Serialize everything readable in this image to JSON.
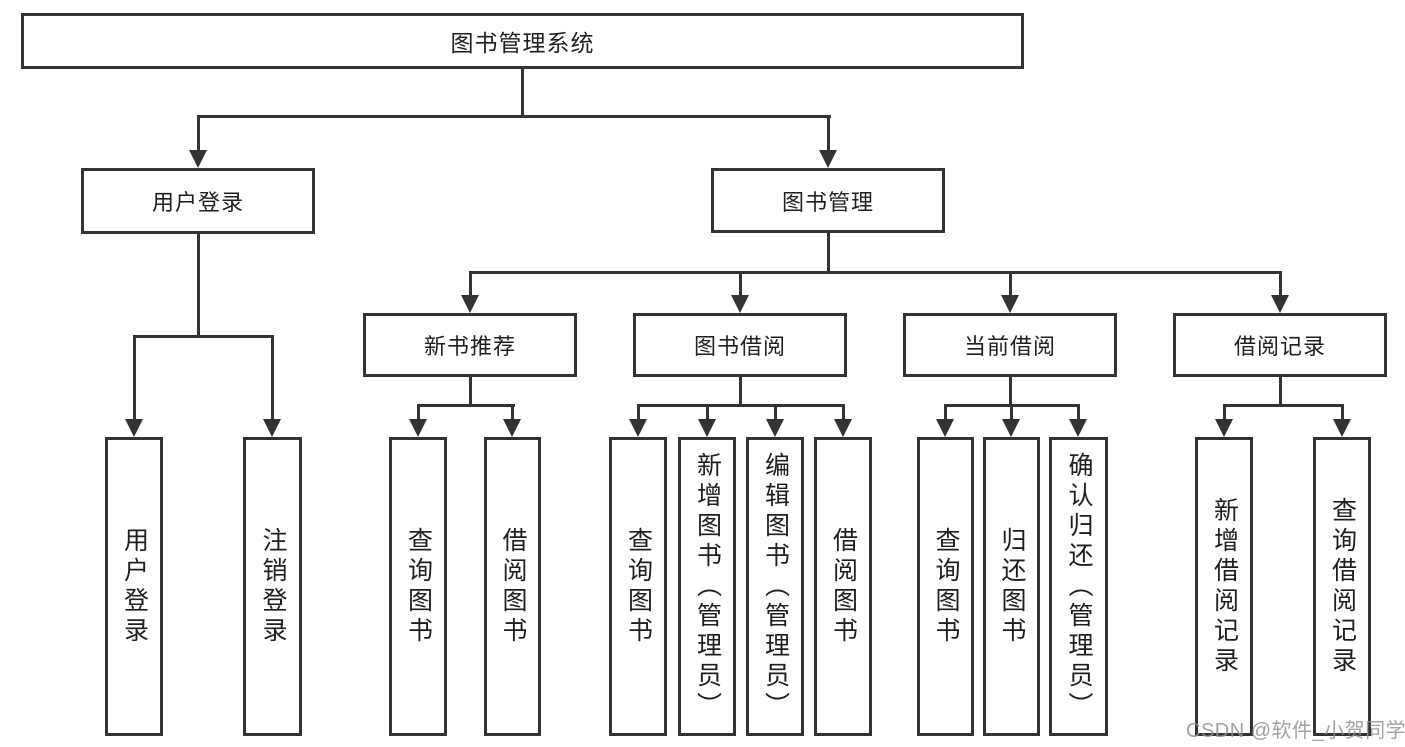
{
  "tree": {
    "root": {
      "label": "图书管理系统"
    },
    "branches": [
      {
        "label": "用户登录",
        "children": [
          "用户登录",
          "注销登录"
        ]
      },
      {
        "label": "图书管理",
        "sections": [
          {
            "label": "新书推荐",
            "children": [
              "查询图书",
              "借阅图书"
            ]
          },
          {
            "label": "图书借阅",
            "children": [
              "查询图书",
              "新增图书（管理员）",
              "编辑图书（管理员）",
              "借阅图书"
            ]
          },
          {
            "label": "当前借阅",
            "children": [
              "查询图书",
              "归还图书",
              "确认归还（管理员）"
            ]
          },
          {
            "label": "借阅记录",
            "children": [
              "新增借阅记录",
              "查询借阅记录"
            ]
          }
        ]
      }
    ]
  },
  "watermark": {
    "text": "CSDN @软件_小贺同学",
    "color": "#91919b"
  },
  "colors": {
    "line": "#333333",
    "box_border": "#333333",
    "box_background": "#ffffff",
    "text": "#1f1f1f",
    "page_background": "#ffffff"
  }
}
